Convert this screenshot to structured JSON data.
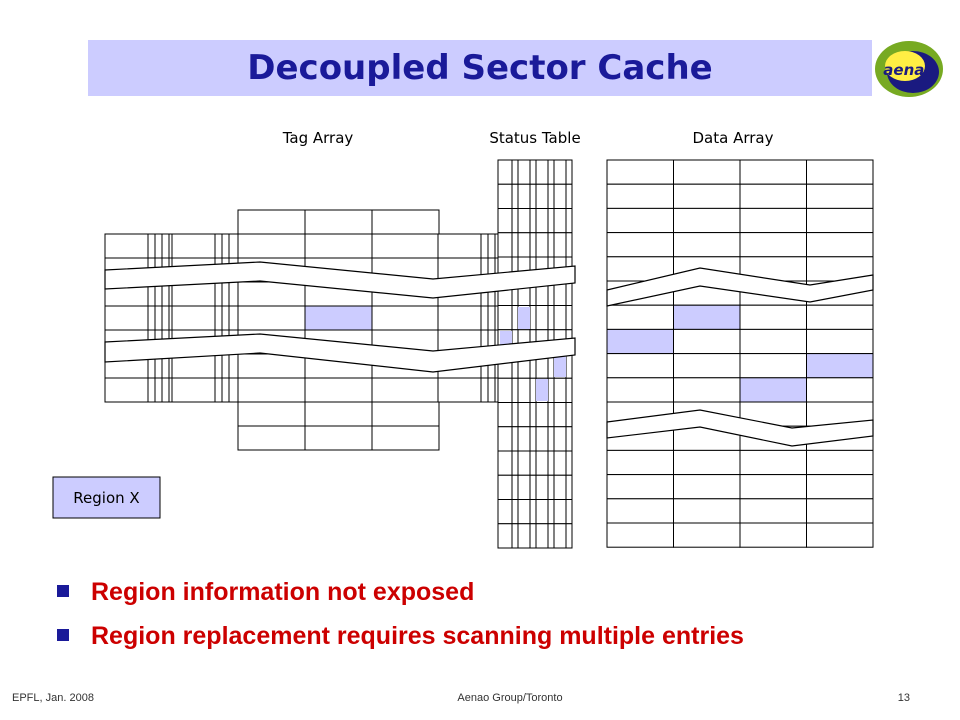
{
  "slide": {
    "title": "Decoupled Sector Cache"
  },
  "logo": {
    "text": "aenao",
    "colors": {
      "green": "#77aa22",
      "navy": "#1a1a80",
      "yellow": "#ffee44"
    }
  },
  "diagram": {
    "labels": {
      "tag_array": "Tag Array",
      "status_table": "Status Table",
      "data_array": "Data Array",
      "region_box": "Region X"
    },
    "highlight_color": "#ccccff",
    "line_color": "#000000"
  },
  "bullets": [
    "Region information not exposed",
    "Region replacement requires scanning multiple entries"
  ],
  "footer": {
    "left": "EPFL, Jan. 2008",
    "center": "Aenao Group/Toronto",
    "page": "13"
  }
}
